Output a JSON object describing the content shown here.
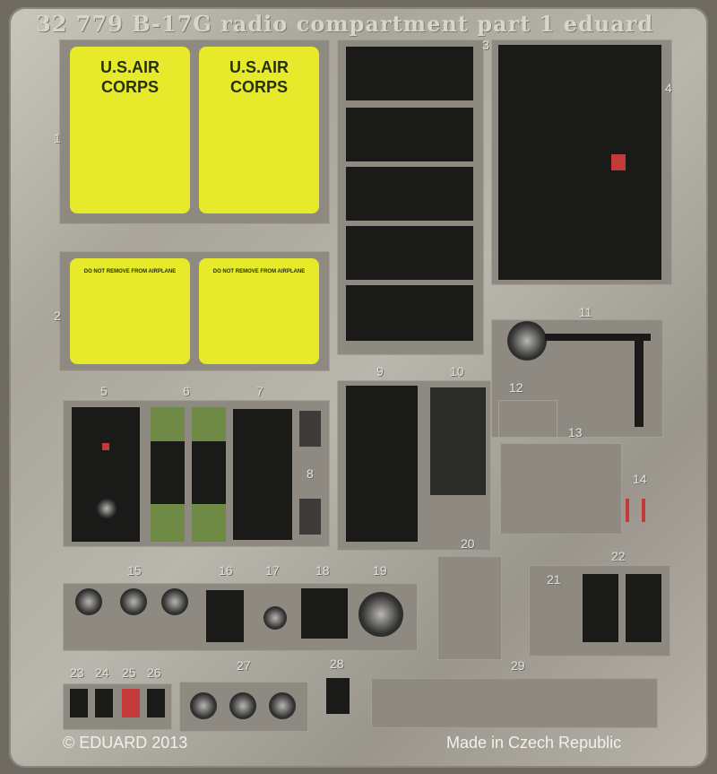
{
  "fret": {
    "title": "32 779  B-17G radio compartment part 1  eduard",
    "copyright": "© EDUARD 2013",
    "origin": "Made in Czech Republic"
  },
  "placards": {
    "air_corps_1": "U.S.AIR CORPS",
    "air_corps_2": "U.S.AIR CORPS",
    "remove_1": "DO NOT REMOVE FROM AIRPLANE",
    "remove_2": "DO NOT REMOVE FROM AIRPLANE"
  },
  "part_numbers": [
    "1",
    "2",
    "3",
    "4",
    "5",
    "6",
    "7",
    "8",
    "9",
    "10",
    "11",
    "12",
    "13",
    "14",
    "15",
    "16",
    "17",
    "18",
    "19",
    "20",
    "21",
    "22",
    "23",
    "24",
    "25",
    "26",
    "27",
    "28",
    "29"
  ]
}
